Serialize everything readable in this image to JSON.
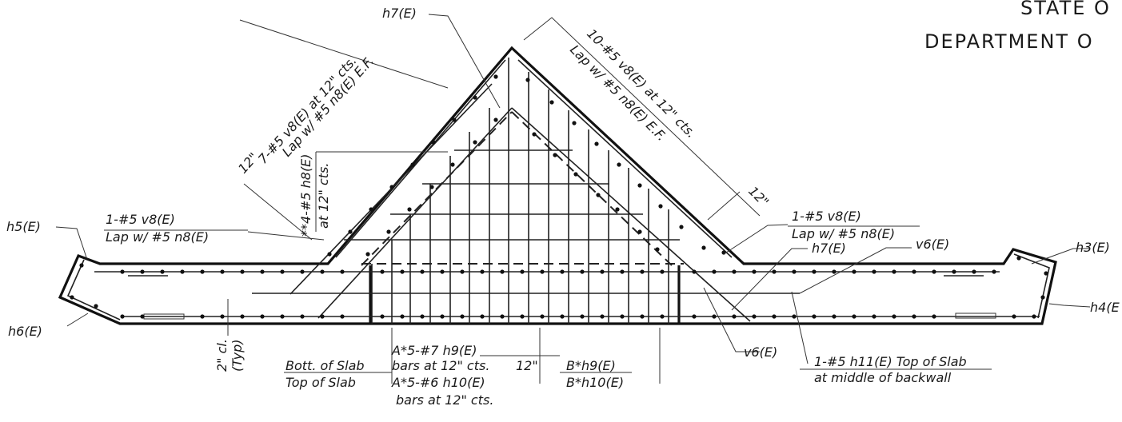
{
  "title_block": {
    "line1": "STATE O",
    "line2": "DEPARTMENT O"
  },
  "labels": {
    "h7_top": "h7(E)",
    "h5": "h5(E)",
    "h6": "h6(E)",
    "h3": "h3(E)",
    "h4": "h4(E",
    "h7_right": "h7(E)",
    "v6_top_right": "v6(E)",
    "v6_bottom": "v6(E)",
    "left_inclined": "7-#5 v8(E) at 12\" cts.",
    "left_inclined_lap": "Lap w/ #5 n8(E) E.F.",
    "left_dim_12": "12\"",
    "right_inclined": "10-#5 v8(E) at 12\" cts.",
    "right_inclined_lap": "Lap w/ #5 n8(E) E.F.",
    "right_dim_12": "12\"",
    "center_vert_a": "**4-#5 h8(E)",
    "center_vert_b": "at 12\" cts.",
    "left_v8": "1-#5 v8(E)",
    "left_v8_lap": "Lap w/ #5 n8(E)",
    "right_v8": "1-#5 v8(E)",
    "right_v8_lap": "Lap w/ #5 n8(E)",
    "clr_a": "2\" cl.",
    "clr_b": "(Typ)",
    "bott_slab": "Bott. of Slab",
    "top_slab": "Top of Slab",
    "a_h9": "A*5-#7 h9(E)",
    "a_h9_spacing": "bars at 12\" cts.",
    "dim_12": "12\"",
    "a_h10": "A*5-#6 h10(E)",
    "a_h10_spacing": "bars at 12\" cts.",
    "b_h9": "B*h9(E)",
    "b_h10": "B*h10(E)",
    "h11": "1-#5 h11(E) Top of Slab",
    "h11_sub": "at middle of backwall"
  }
}
